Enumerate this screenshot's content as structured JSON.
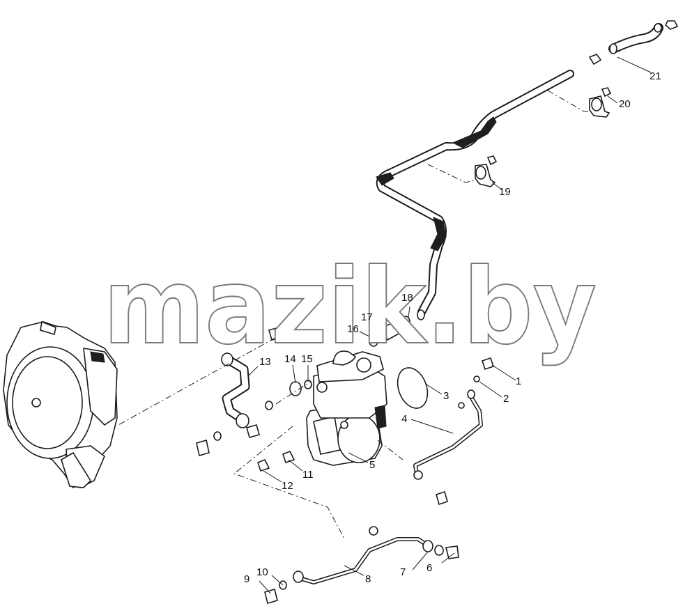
{
  "watermark": {
    "text": "mazik.by",
    "fill": "#ffffff",
    "stroke": "#7a7a7a"
  },
  "callouts": [
    {
      "id": "1",
      "label": "1"
    },
    {
      "id": "2",
      "label": "2"
    },
    {
      "id": "3",
      "label": "3"
    },
    {
      "id": "4",
      "label": "4"
    },
    {
      "id": "5",
      "label": "5"
    },
    {
      "id": "6",
      "label": "6"
    },
    {
      "id": "7",
      "label": "7"
    },
    {
      "id": "8",
      "label": "8"
    },
    {
      "id": "9",
      "label": "9"
    },
    {
      "id": "10",
      "label": "10"
    },
    {
      "id": "11",
      "label": "11"
    },
    {
      "id": "12",
      "label": "12"
    },
    {
      "id": "13",
      "label": "13"
    },
    {
      "id": "14",
      "label": "14"
    },
    {
      "id": "15",
      "label": "15"
    },
    {
      "id": "16",
      "label": "16"
    },
    {
      "id": "17",
      "label": "17"
    },
    {
      "id": "18",
      "label": "18"
    },
    {
      "id": "19",
      "label": "19"
    },
    {
      "id": "20",
      "label": "20"
    },
    {
      "id": "21",
      "label": "21"
    }
  ],
  "colors": {
    "line": "#1a1a1a",
    "background": "#ffffff"
  }
}
